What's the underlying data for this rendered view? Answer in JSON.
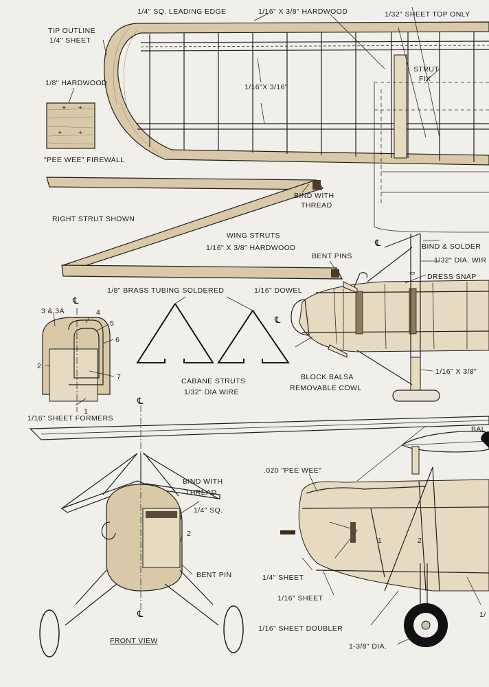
{
  "labels": {
    "leading_edge": "1/4\" SQ. LEADING EDGE",
    "hardwood_spar": "1/16\" X 3/8\" HARDWOOD",
    "sheet_top": "1/32\" SHEET TOP ONLY",
    "tip_outline_1": "TIP OUTLINE",
    "tip_outline_2": "1/4\" SHEET",
    "hardwood_18": "1/8\" HARDWOOD",
    "rib_size": "1/16\"X 3/16\"",
    "strut_fix_1": "STRUT",
    "strut_fix_2": "FIX",
    "firewall": "\"PEE WEE\" FIREWALL",
    "right_strut": "RIGHT STRUT SHOWN",
    "bind_thread_1": "BIND WITH",
    "bind_thread_2": "THREAD",
    "wing_struts_1": "WING STRUTS",
    "wing_struts_2": "1/16\" X 3/8\" HARDWOOD",
    "bent_pins": "BENT PINS",
    "bind_solder": "BIND & SOLDER",
    "dia_wire": "1/32\" DIA. WIR",
    "dress_snap": "DRESS SNAP",
    "brass_tubing": "1/8\" BRASS TUBING SOLDERED",
    "dowel": "1/16\" DOWEL",
    "former_3a": "3 & 3A",
    "former_4": "4",
    "former_5": "5",
    "former_6": "6",
    "former_7": "7",
    "former_2": "2",
    "former_1": "1",
    "sheet_formers": "1/16\" SHEET FORMERS",
    "cabane_1": "CABANE STRUTS",
    "cabane_2": "1/32\" DIA WIRE",
    "block_balsa_1": "BLOCK BALSA",
    "block_balsa_2": "REMOVABLE COWL",
    "gear_leg": "1/16\" X 3/8\"",
    "ba": "BAL",
    "pee_wee_020": ".020 \"PEE WEE\"",
    "front_bind_1": "BIND WITH",
    "front_bind_2": "THREAD",
    "quarter_sq": "1/4\" SQ.",
    "front_2": "2",
    "bent_pin": "BENT PIN",
    "quarter_sheet": "1/4\" SHEET",
    "sixteenth_sheet": "1/16\" SHEET",
    "sheet_doubler": "1/16\" SHEET DOUBLER",
    "wheel_dia": "1-3/8\" DIA.",
    "front_view": "FRONT VIEW",
    "side_1": "1",
    "side_2": "2",
    "cl_a": "℄",
    "cl_b": "℄",
    "cl_c": "℄",
    "cl_d": "℄",
    "cl_e": "℄",
    "edge_1": "1/"
  }
}
